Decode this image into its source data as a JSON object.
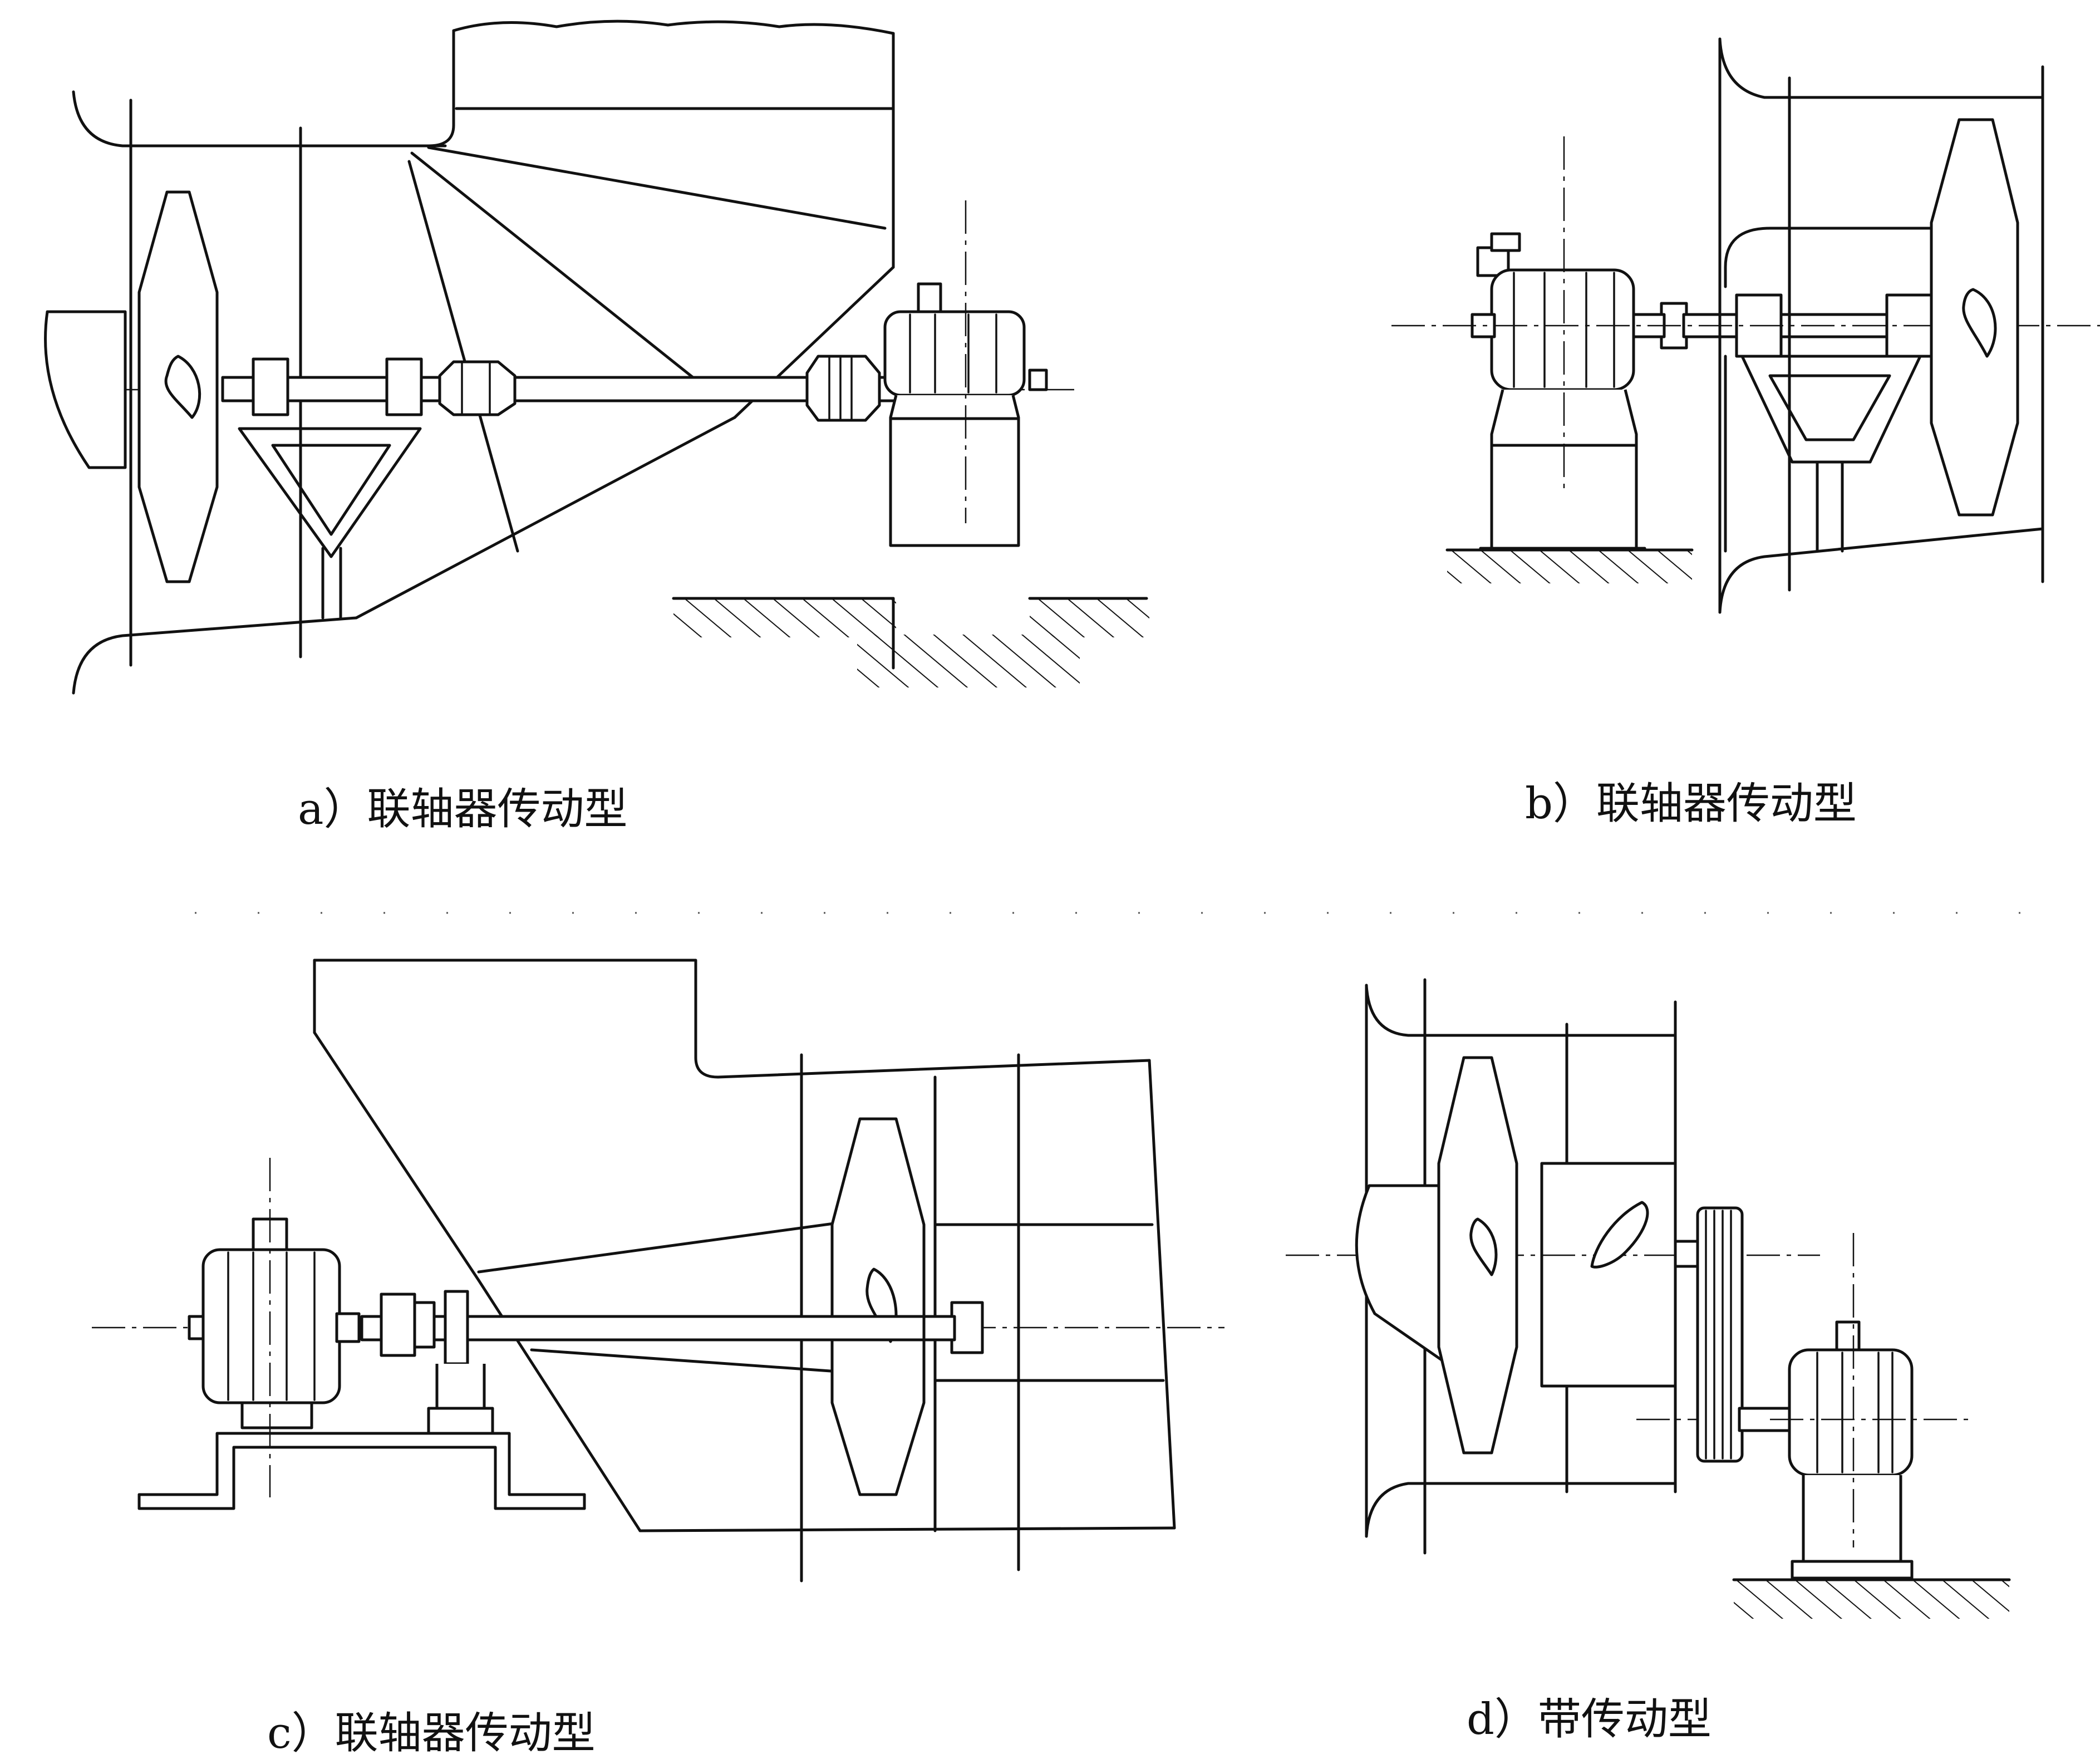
{
  "panels": [
    {
      "id": "a",
      "caption": "a）联轴器传动型"
    },
    {
      "id": "b",
      "caption": "b）联轴器传动型"
    },
    {
      "id": "c",
      "caption": "c）联轴器传动型"
    },
    {
      "id": "d",
      "caption": "d）带传动型"
    }
  ],
  "colors": {
    "line": "#111111",
    "background": "#ffffff"
  }
}
